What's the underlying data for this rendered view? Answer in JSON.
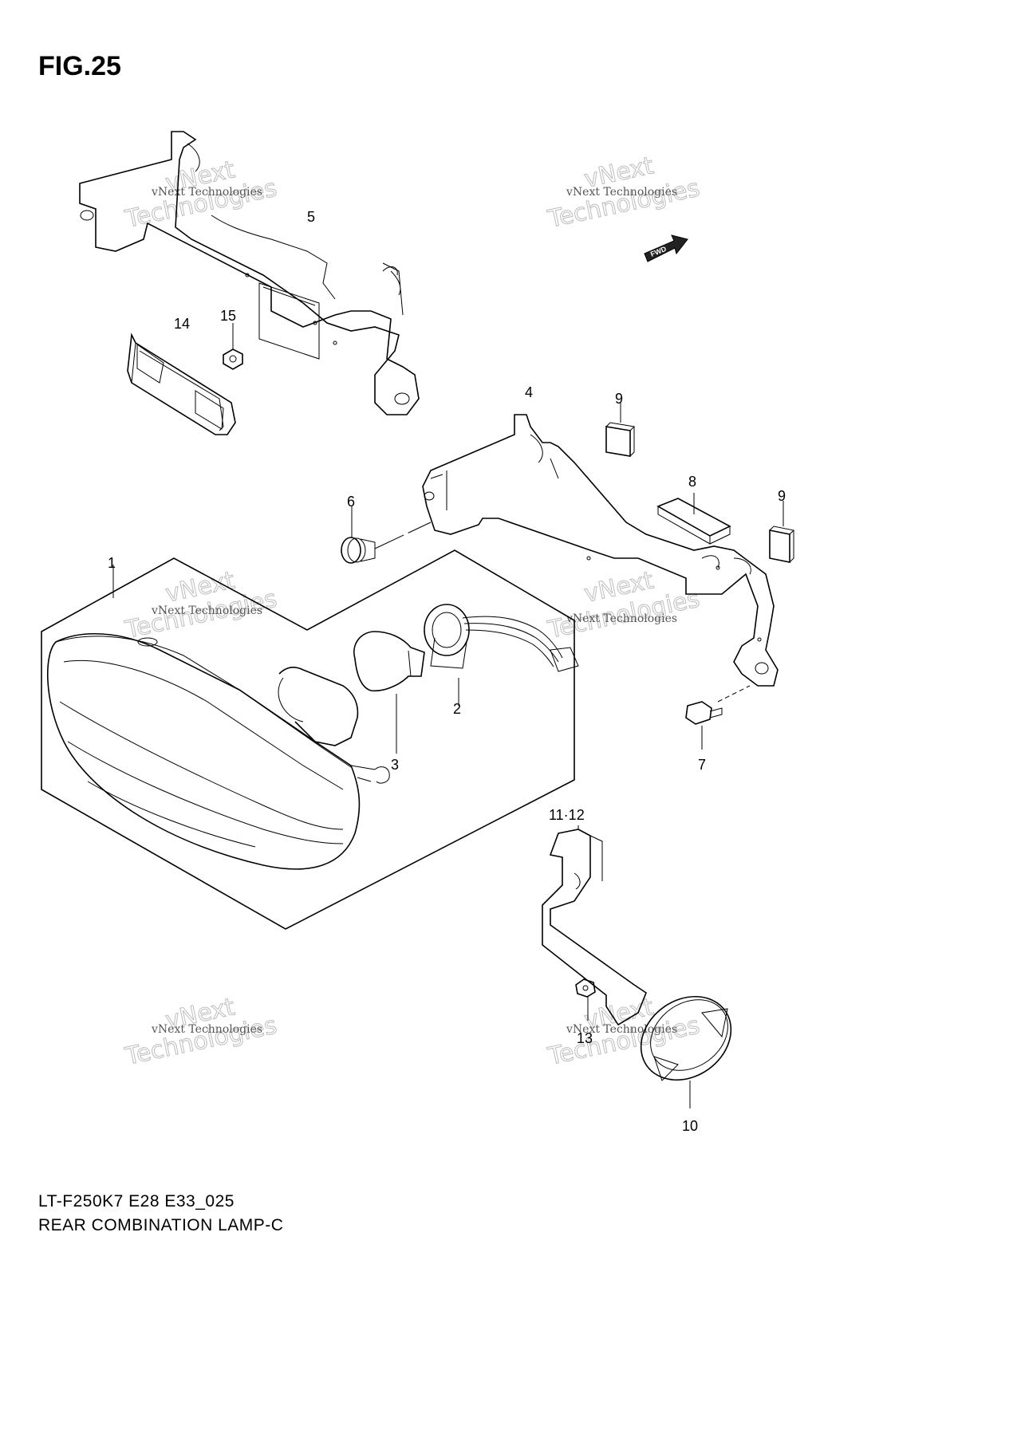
{
  "figure": {
    "title": "FIG.25"
  },
  "caption": {
    "model_code": "LT-F250K7 E28 E33_025",
    "assembly_name": "REAR COMBINATION LAMP-C"
  },
  "fwd_label": "FWD",
  "watermark": {
    "line1": "vNext Technologies",
    "line2": "vNext",
    "line3": "Technologies"
  },
  "callouts": {
    "c1": "1",
    "c2": "2",
    "c3": "3",
    "c4": "4",
    "c5": "5",
    "c6": "6",
    "c7": "7",
    "c8": "8",
    "c9a": "9",
    "c9b": "9",
    "c10": "10",
    "c11_12": "11·12",
    "c13": "13",
    "c14": "14",
    "c15": "15"
  }
}
